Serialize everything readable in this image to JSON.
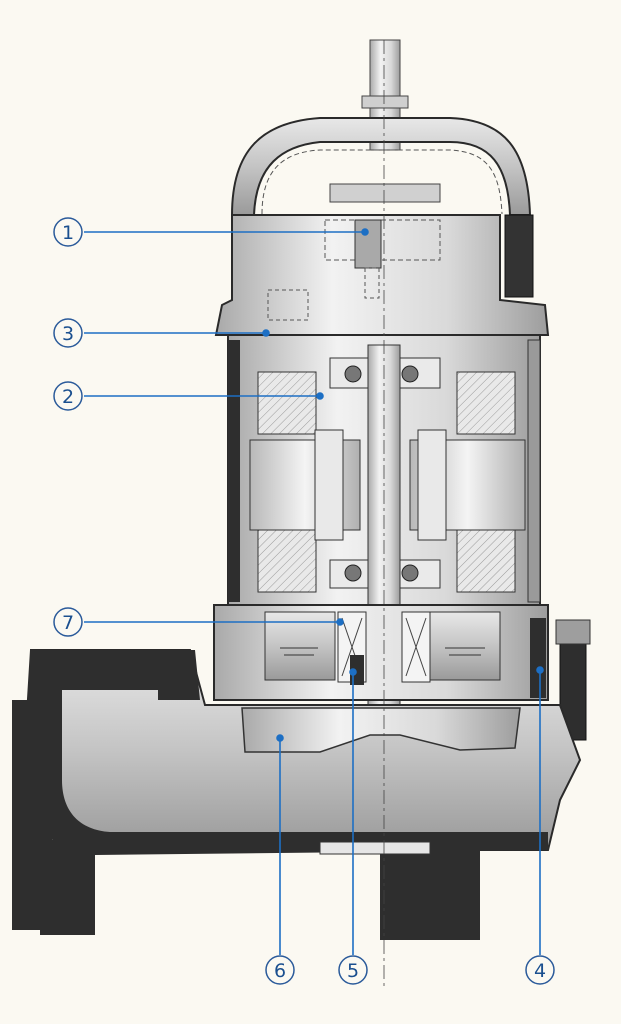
{
  "diagram": {
    "colors": {
      "leader": "#1d6fc4",
      "outline": "#2a2a2a",
      "dark_part": "#2e2e2e",
      "metal_fill": "#dcdcdc",
      "label_ring": "#2a5a9a",
      "background": "#fbf9f2"
    },
    "callouts": [
      {
        "id": "1",
        "text": "①"
      },
      {
        "id": "2",
        "text": "②"
      },
      {
        "id": "3",
        "text": "③"
      },
      {
        "id": "4",
        "text": "④"
      },
      {
        "id": "5",
        "text": "⑤"
      },
      {
        "id": "6",
        "text": "⑥"
      },
      {
        "id": "7",
        "text": "⑦"
      }
    ]
  }
}
